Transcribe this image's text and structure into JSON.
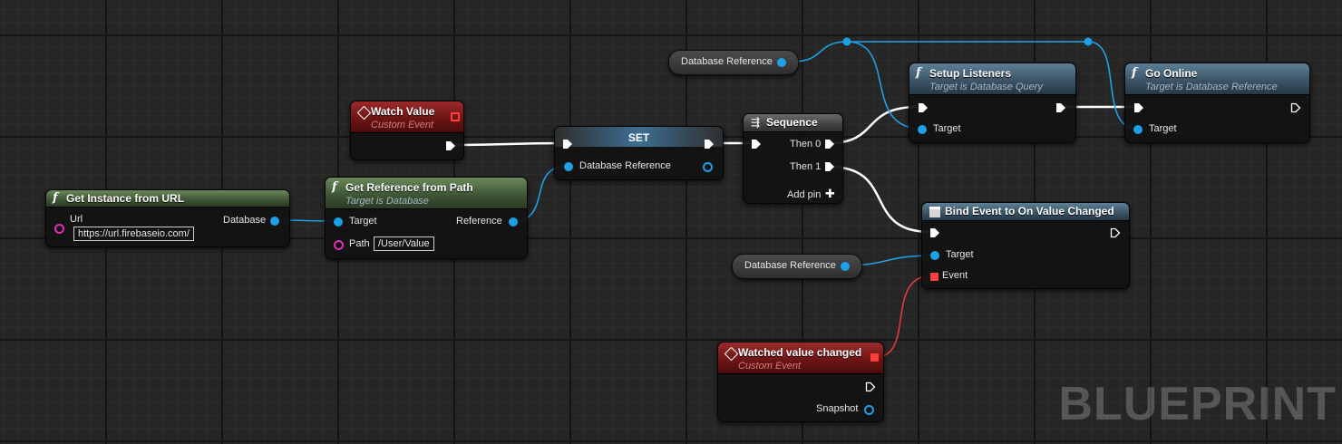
{
  "nodes": {
    "get_instance": {
      "title": "Get Instance from URL",
      "url_label": "Url",
      "url_value": "https://url.firebaseio.com/",
      "database_label": "Database"
    },
    "watch_value": {
      "title": "Watch Value",
      "subtitle": "Custom Event"
    },
    "get_reference": {
      "title": "Get Reference from Path",
      "subtitle": "Target is Database",
      "target_label": "Target",
      "path_label": "Path",
      "path_value": "/User/Value",
      "reference_label": "Reference"
    },
    "set": {
      "title": "SET",
      "database_reference_label": "Database Reference"
    },
    "database_ref_top": {
      "label": "Database Reference"
    },
    "sequence": {
      "title": "Sequence",
      "then0": "Then 0",
      "then1": "Then 1",
      "add_pin": "Add pin"
    },
    "setup_listeners": {
      "title": "Setup Listeners",
      "subtitle": "Target is Database Query",
      "target_label": "Target"
    },
    "go_online": {
      "title": "Go Online",
      "subtitle": "Target is Database Reference",
      "target_label": "Target"
    },
    "bind_event": {
      "title": "Bind Event to On Value Changed",
      "target_label": "Target",
      "event_label": "Event"
    },
    "database_ref_bottom": {
      "label": "Database Reference"
    },
    "watched_changed": {
      "title": "Watched value changed",
      "subtitle": "Custom Event",
      "snapshot_label": "Snapshot"
    }
  },
  "watermark": "BLUEPRINT",
  "colors": {
    "exec_wire": "#ffffff",
    "object_wire": "#1ea0e6",
    "delegate_wire": "#e03a3a",
    "string_pin": "#e22fb4"
  }
}
